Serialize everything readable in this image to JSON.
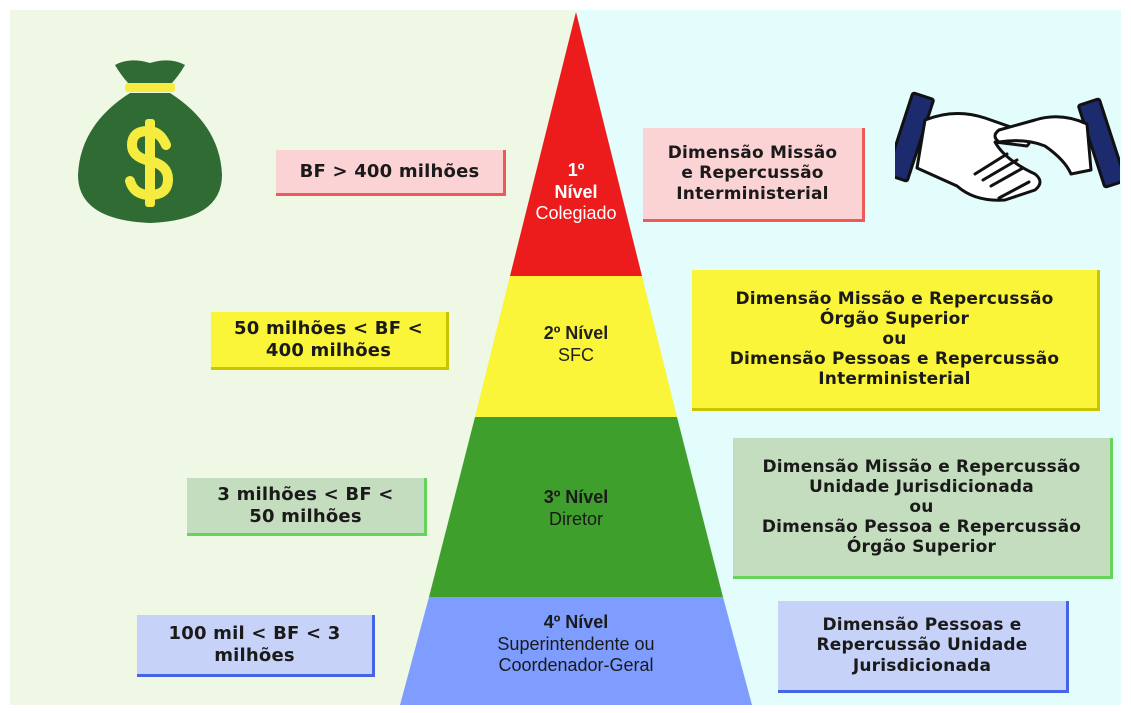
{
  "colors": {
    "background_left": "#eef8e4",
    "background_right": "#e3fcfc",
    "level_1": "#ec1c1c",
    "level_2": "#fbf53a",
    "level_3": "#3f9f2c",
    "level_4": "#7f9dff",
    "money_bag": "#2f6b33",
    "dollar_sign": "#f5ec3f",
    "handshake_cuff": "#1c2a6e"
  },
  "icons": {
    "left": "money-bag-icon",
    "right": "handshake-icon"
  },
  "levels": [
    {
      "title_line1": "1º",
      "title_line2": "Nível",
      "subtitle": "Colegiado",
      "threshold_lines": [
        "BF > 400 milhões"
      ],
      "dimension_lines": [
        "Dimensão Missão",
        "e Repercussão",
        "Interministerial"
      ]
    },
    {
      "title_line1": "2º Nível",
      "subtitle": "SFC",
      "threshold_lines": [
        "50 milhões < BF <",
        "400 milhões"
      ],
      "dimension_lines": [
        "Dimensão Missão e Repercussão",
        "Órgão Superior",
        "ou",
        "Dimensão Pessoas e Repercussão",
        "Interministerial"
      ]
    },
    {
      "title_line1": "3º Nível",
      "subtitle": "Diretor",
      "threshold_lines": [
        "3 milhões < BF <",
        "50 milhões"
      ],
      "dimension_lines": [
        "Dimensão Missão e Repercussão",
        "Unidade Jurisdicionada",
        "ou",
        "Dimensão Pessoa e Repercussão",
        "Órgão Superior"
      ]
    },
    {
      "title_line1": "4º Nível",
      "subtitle_line1": "Superintendente ou",
      "subtitle_line2": "Coordenador-Geral",
      "threshold_lines": [
        "100 mil < BF < 3",
        "milhões"
      ],
      "dimension_lines": [
        "Dimensão Pessoas e",
        "Repercussão Unidade",
        "Jurisdicionada"
      ]
    }
  ]
}
